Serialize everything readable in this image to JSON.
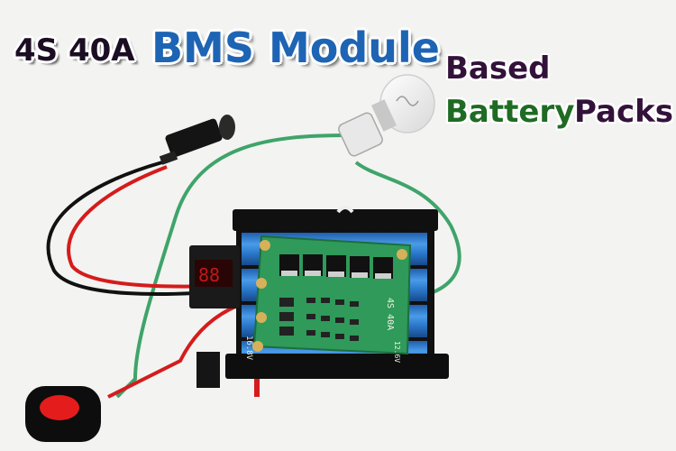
{
  "title": {
    "part1": "4S 40A",
    "part2": "BMS Module",
    "line2": "Based",
    "line3a": "Battery",
    "line3b": "Packs"
  },
  "board": {
    "model_label": "4S 40A",
    "voltage_label": "16.8V",
    "voltage_label2": "12.6V"
  },
  "colors": {
    "title_dark": "#1b0d22",
    "title_blue": "#1e64b4",
    "title_green": "#1f6b24",
    "title_purple": "#33123a",
    "battery_blue": "#2a76c8",
    "pcb_green": "#2f9a5a",
    "wire_green": "#3fa46a",
    "wire_red": "#d41c1c",
    "wire_black": "#111111"
  }
}
